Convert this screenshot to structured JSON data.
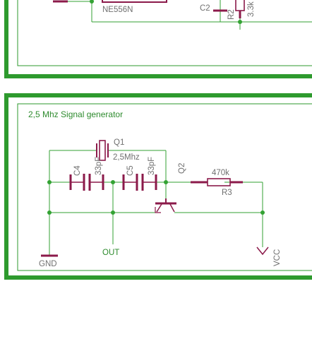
{
  "top_board": {
    "ic_label": "NE556N",
    "c2_label": "C2",
    "r2_label": "R2",
    "r2_value": "3.3k"
  },
  "bottom_board": {
    "title": "2,5 Mhz Signal generator",
    "q1_name": "Q1",
    "q1_value": "2,5Mhz",
    "c4_name": "C4",
    "c4_value": "33pF",
    "c5_name": "C5",
    "c5_value": "33pF",
    "q2_name": "Q2",
    "r3_value": "470k",
    "r3_name": "R3",
    "gnd_label": "GND",
    "out_label": "OUT",
    "vcc_label": "VCC"
  },
  "colors": {
    "frame": "#2e9a2e",
    "wire": "#33a233",
    "component": "#8b1a4a",
    "label": "#707070",
    "title": "#2e8b2e"
  }
}
